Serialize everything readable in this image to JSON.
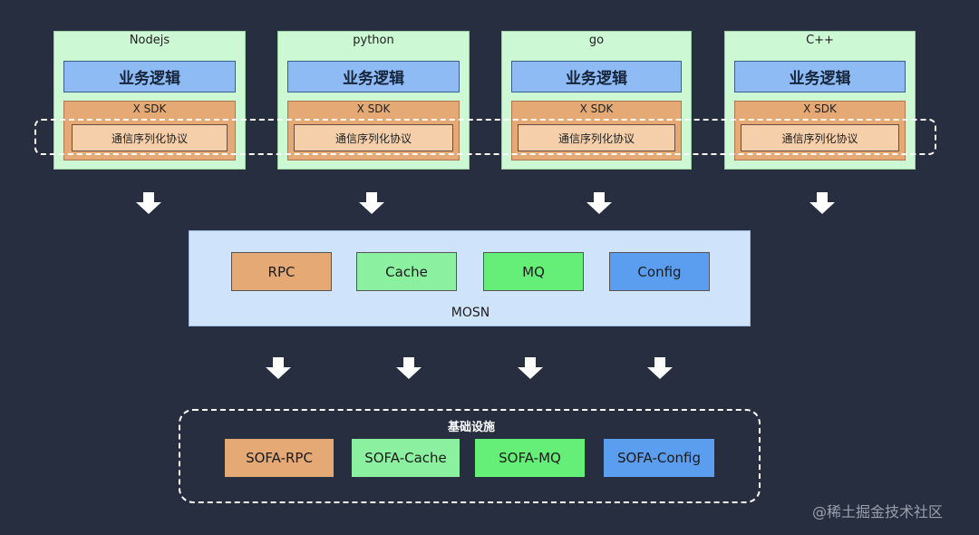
{
  "languages": [
    {
      "name": "Nodejs",
      "business": "业务逻辑",
      "sdk": "X SDK",
      "protocol": "通信序列化协议"
    },
    {
      "name": "python",
      "business": "业务逻辑",
      "sdk": "X SDK",
      "protocol": "通信序列化协议"
    },
    {
      "name": "go",
      "business": "业务逻辑",
      "sdk": "X SDK",
      "protocol": "通信序列化协议"
    },
    {
      "name": "C++",
      "business": "业务逻辑",
      "sdk": "X SDK",
      "protocol": "通信序列化协议"
    }
  ],
  "mosn": {
    "label": "MOSN",
    "modules": [
      {
        "label": "RPC",
        "color": "#e5a976"
      },
      {
        "label": "Cache",
        "color": "#8bf0a0"
      },
      {
        "label": "MQ",
        "color": "#66ef78"
      },
      {
        "label": "Config",
        "color": "#5b9ef0"
      }
    ]
  },
  "infra": {
    "title": "基础设施",
    "items": [
      {
        "label": "SOFA-RPC",
        "color": "#e5a976"
      },
      {
        "label": "SOFA-Cache",
        "color": "#8bf0a0"
      },
      {
        "label": "SOFA-MQ",
        "color": "#66ef78"
      },
      {
        "label": "SOFA-Config",
        "color": "#5b9ef0"
      }
    ]
  },
  "watermark": "@稀土掘金技术社区"
}
